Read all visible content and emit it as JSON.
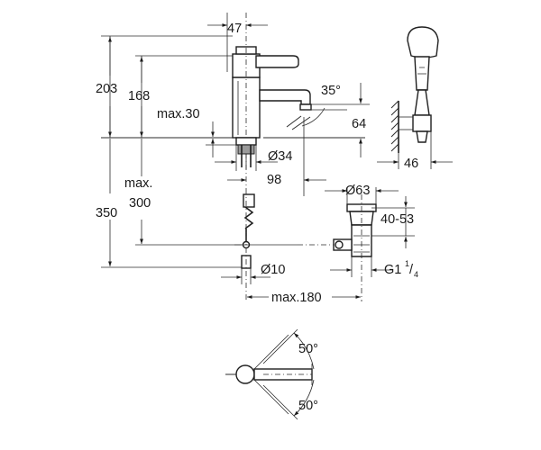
{
  "labels": {
    "dim_47": "47",
    "dim_203": "203",
    "dim_168": "168",
    "dim_max30": "max.30",
    "dim_35deg": "35°",
    "dim_64": "64",
    "dim_d34": "Ø34",
    "dim_46": "46",
    "dim_98": "98",
    "dim_d63": "Ø63",
    "dim_max": "max.",
    "dim_300": "300",
    "dim_350": "350",
    "dim_40_53": "40-53",
    "dim_d10": "Ø10",
    "dim_g1": "G1",
    "dim_g1_num": "1",
    "dim_g1_slash": "/",
    "dim_g1_den": "4",
    "dim_max180": "max.180",
    "dim_50_top": "50°",
    "dim_50_bottom": "50°"
  }
}
